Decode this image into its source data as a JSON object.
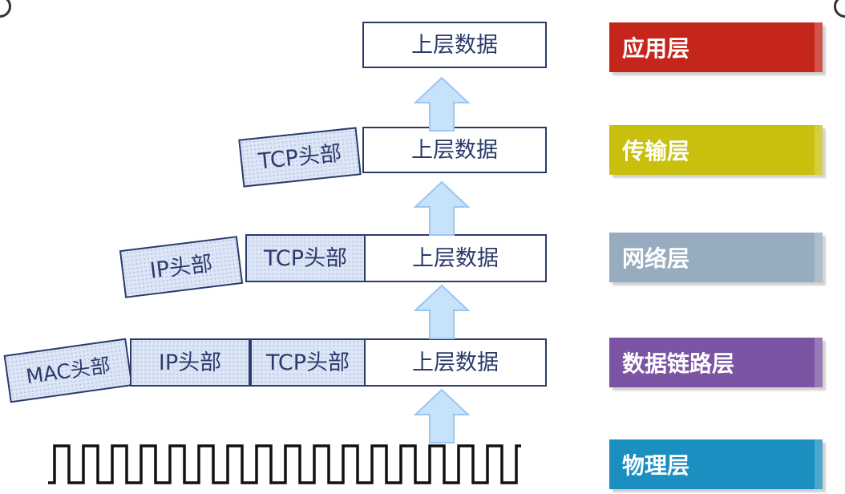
{
  "data_label": "上层数据",
  "tcp_header": "TCP头部",
  "ip_header": "IP头部",
  "mac_header": "MAC头部",
  "layers": {
    "application": {
      "label": "应用层",
      "color": "#c4261b"
    },
    "transport": {
      "label": "传输层",
      "color": "#c9c00d"
    },
    "network": {
      "label": "网络层",
      "color": "#97acbf"
    },
    "datalink": {
      "label": "数据链路层",
      "color": "#7b55a3"
    },
    "physical": {
      "label": "物理层",
      "color": "#1a8fc0"
    }
  },
  "icons": {
    "arrow": "up-arrow-icon",
    "signal": "square-wave-icon"
  }
}
